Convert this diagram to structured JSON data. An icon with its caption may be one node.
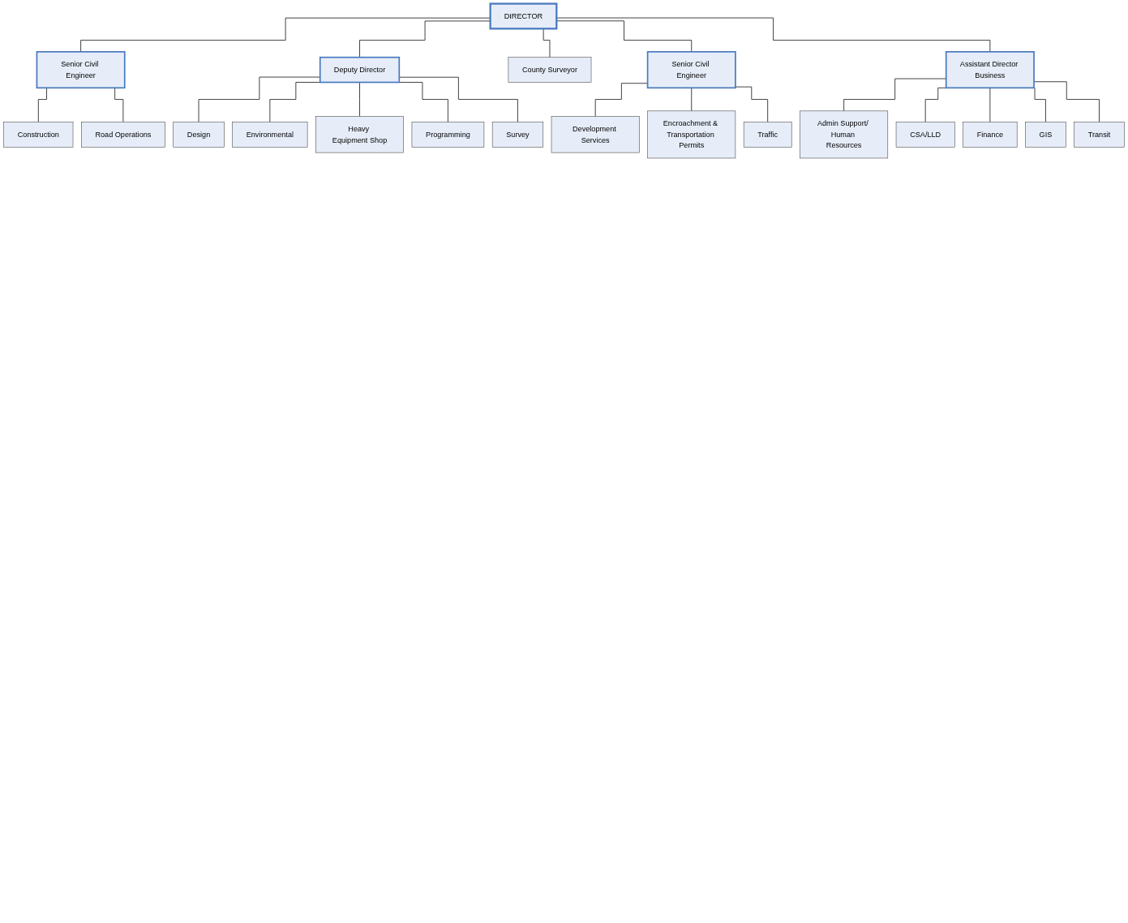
{
  "diagram": {
    "nodes": [
      {
        "text": [
          "DIRECTOR"
        ]
      },
      {
        "text": [
          "Senior Civil Engineer"
        ]
      },
      {
        "text": [
          "Construction"
        ]
      },
      {
        "text": [
          "Road Operations"
        ]
      },
      {
        "text": [
          "Deputy Director"
        ]
      },
      {
        "text": [
          "Design"
        ]
      },
      {
        "text": [
          "Environmental"
        ]
      },
      {
        "text": [
          "Heavy Equipment Shop"
        ]
      },
      {
        "text": [
          "Programming"
        ]
      },
      {
        "text": [
          "Survey"
        ]
      },
      {
        "text": [
          "County Surveyor"
        ]
      },
      {
        "text": [
          "Senior Civil Engineer"
        ]
      },
      {
        "text": [
          "Development Services"
        ]
      },
      {
        "text": [
          "Encroachment & Transportation Permits"
        ]
      },
      {
        "text": [
          "Traffic"
        ]
      },
      {
        "text": [
          "Assistant Director Business"
        ]
      },
      {
        "text": [
          "Admin Support/ Human Resources"
        ]
      },
      {
        "text": [
          "CSA/LLD"
        ]
      },
      {
        "text": [
          "Finance"
        ]
      },
      {
        "text": [
          "GIS"
        ]
      },
      {
        "text": [
          "Transit"
        ]
      }
    ],
    "edges": [
      {
        "from": 0,
        "to": 1,
        "arrow": "none"
      },
      {
        "from": 0,
        "to": 4,
        "arrow": "none"
      },
      {
        "from": 0,
        "to": 10,
        "arrow": "none"
      },
      {
        "from": 0,
        "to": 11,
        "arrow": "none"
      },
      {
        "from": 0,
        "to": 15,
        "arrow": "none"
      },
      {
        "from": 1,
        "to": 2,
        "arrow": "none"
      },
      {
        "from": 1,
        "to": 3,
        "arrow": "none"
      },
      {
        "from": 4,
        "to": 5,
        "arrow": "none"
      },
      {
        "from": 4,
        "to": 6,
        "arrow": "none"
      },
      {
        "from": 4,
        "to": 7,
        "arrow": "none"
      },
      {
        "from": 4,
        "to": 8,
        "arrow": "none"
      },
      {
        "from": 4,
        "to": 9,
        "arrow": "none"
      },
      {
        "from": 11,
        "to": 12,
        "arrow": "none"
      },
      {
        "from": 11,
        "to": 13,
        "arrow": "none"
      },
      {
        "from": 11,
        "to": 14,
        "arrow": "none"
      },
      {
        "from": 15,
        "to": 16,
        "arrow": "none"
      },
      {
        "from": 15,
        "to": 17,
        "arrow": "none"
      },
      {
        "from": 15,
        "to": 18,
        "arrow": "none"
      },
      {
        "from": 15,
        "to": 19,
        "arrow": "none"
      },
      {
        "from": 15,
        "to": 20,
        "arrow": "none"
      }
    ]
  }
}
